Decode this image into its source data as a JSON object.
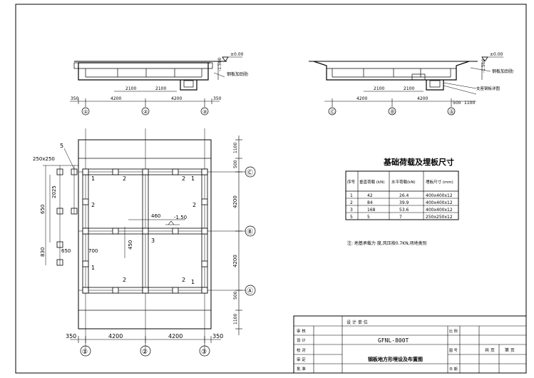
{
  "section_top_left": {
    "elevation": "±0.00",
    "depth": "-1.500",
    "note": "钢板加劲肋",
    "dims_upper": [
      "2100",
      "2100"
    ],
    "dims_lower": [
      "350",
      "4200",
      "4200",
      "350"
    ],
    "axes": [
      "①",
      "②",
      "③"
    ]
  },
  "section_top_right": {
    "elevation": "±0.00",
    "depth": "-1.500",
    "note1": "钢板加劲肋",
    "note2": "支座钢板详图",
    "dims_upper": [
      "2100",
      "2100"
    ],
    "dims_lower": [
      "4200",
      "4200",
      "500",
      "1100"
    ],
    "axes": [
      "Ⓒ",
      "Ⓑ",
      "Ⓐ"
    ]
  },
  "plan": {
    "left_dims": [
      "5",
      "250x250",
      "2025",
      "650",
      "650",
      "830",
      "700"
    ],
    "inner_labels": [
      "460",
      "-1.50",
      "450"
    ],
    "right_dims": [
      "1100",
      "500",
      "4200",
      "4200",
      "500",
      "1100"
    ],
    "bottom_dims": [
      "350",
      "4200",
      "4200",
      "350"
    ],
    "row_axes": [
      "Ⓒ",
      "Ⓑ",
      "Ⓐ"
    ],
    "col_axes": [
      "①",
      "②",
      "③"
    ],
    "base_labels": [
      "1",
      "2",
      "2",
      "1",
      "2",
      "3",
      "2",
      "1",
      "2",
      "2",
      "1"
    ]
  },
  "table": {
    "title": "基础荷载及埋板尺寸",
    "headers": [
      "序号",
      "垂直荷载 (kN)",
      "水平荷载(kN)",
      "埋板尺寸 (mm)"
    ],
    "rows": [
      [
        "1",
        "42",
        "26.4",
        "400x400x12"
      ],
      [
        "2",
        "84",
        "39.9",
        "400x400x12"
      ],
      [
        "3",
        "168",
        "53.6",
        "400x400x12"
      ],
      [
        "5",
        "5",
        "7",
        "250x250x12"
      ]
    ],
    "note": "注: 地基承载力 度,风压按0.7KN,场地类别"
  },
  "title_block": {
    "project": "GFNL-800T",
    "drawing": "钢板地方形埋设及布置图",
    "labels": [
      "审 核",
      "设 计",
      "校 对",
      "审 定",
      "批 准"
    ],
    "top_label": "设 计 单 位",
    "right_labels": [
      "比 例",
      "图 号",
      "日 期"
    ],
    "sheet_labels": [
      "共 页",
      "第 页"
    ]
  }
}
